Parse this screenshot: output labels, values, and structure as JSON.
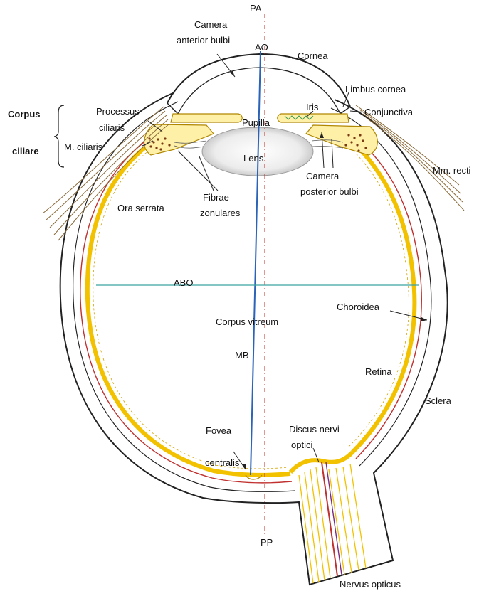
{
  "labels": {
    "pa": "PA",
    "camera_anterior_1": "Camera",
    "camera_anterior_2": "anterior bulbi",
    "ao": "AO",
    "cornea": "Cornea",
    "limbus_cornea": "Limbus cornea",
    "corpus": "Corpus",
    "ciliare": "ciliare",
    "processus_1": "Processus",
    "processus_2": "ciliaris",
    "m_ciliaris": "M. ciliaris",
    "iris": "Iris",
    "conjunctiva": "Conjunctiva",
    "pupilla": "Pupilla",
    "lens": "Lens",
    "camera_posterior_1": "Camera",
    "camera_posterior_2": "posterior bulbi",
    "mm_recti": "Mm. recti",
    "fibrae_1": "Fibrae",
    "fibrae_2": "zonulares",
    "ora_serrata": "Ora serrata",
    "abo": "ABO",
    "choroidea": "Choroidea",
    "corpus_vitreum": "Corpus vitreum",
    "mb": "MB",
    "retina": "Retina",
    "sclera": "Sclera",
    "fovea": "Fovea",
    "centralis": "centralis",
    "discus_1": "Discus nervi",
    "discus_2": "optici",
    "pp": "PP",
    "nervus_opticus": "Nervus opticus"
  },
  "colors": {
    "retina_yellow": "#f2c200",
    "retina_fill": "#fff6c8",
    "choroid_red": "#c0302e",
    "sclera_line": "#222222",
    "axis_blue": "#2a63b8",
    "equator_teal": "#3aa3a0",
    "pupil_axis_red": "#c0302e",
    "muscle_brown": "#8a6a3a",
    "ciliary_brown": "#7a3b12",
    "lens_gray": "#d8d8d8"
  }
}
